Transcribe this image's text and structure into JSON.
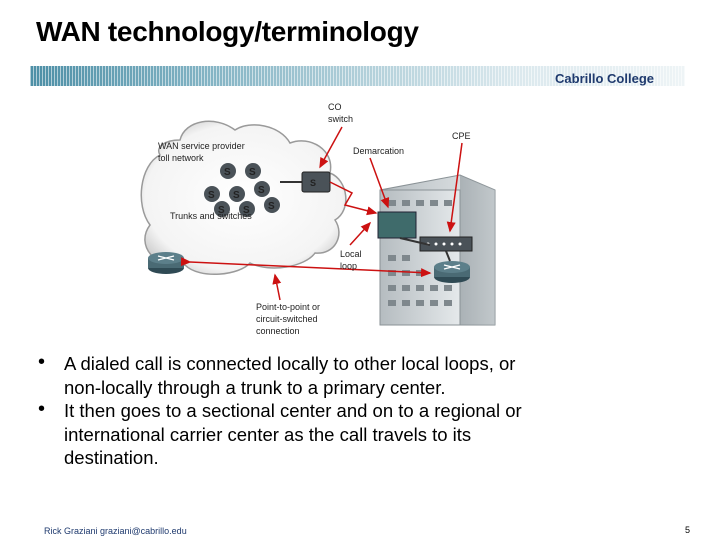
{
  "title": "WAN technology/terminology",
  "header": {
    "college": "Cabrillo College"
  },
  "diagram": {
    "cloud_label_1": "WAN service provider",
    "cloud_label_2": "toll network",
    "switch_letter": "S",
    "trunks_label": "Trunks and switches",
    "co_switch_1": "CO",
    "co_switch_2": "switch",
    "cpe": "CPE",
    "demarcation": "Demarcation",
    "local_loop_1": "Local",
    "local_loop_2": "loop",
    "p2p_1": "Point-to-point or",
    "p2p_2": "circuit-switched",
    "p2p_3": "connection"
  },
  "bullets": [
    {
      "line1": "A dialed call is connected locally to other local loops, or",
      "line2": "non-locally through a trunk to a primary center.",
      "line3": ""
    },
    {
      "line1": "It then goes to a sectional center and on to a regional or",
      "line2": "international carrier center as the call travels to its",
      "line3": "destination."
    }
  ],
  "footer": {
    "author": "Rick Graziani  graziani@cabrillo.edu",
    "page": "5"
  },
  "colors": {
    "bar_start": "#4d8fa6",
    "college_text": "#1f3a6e",
    "arrow": "#cc1111"
  }
}
